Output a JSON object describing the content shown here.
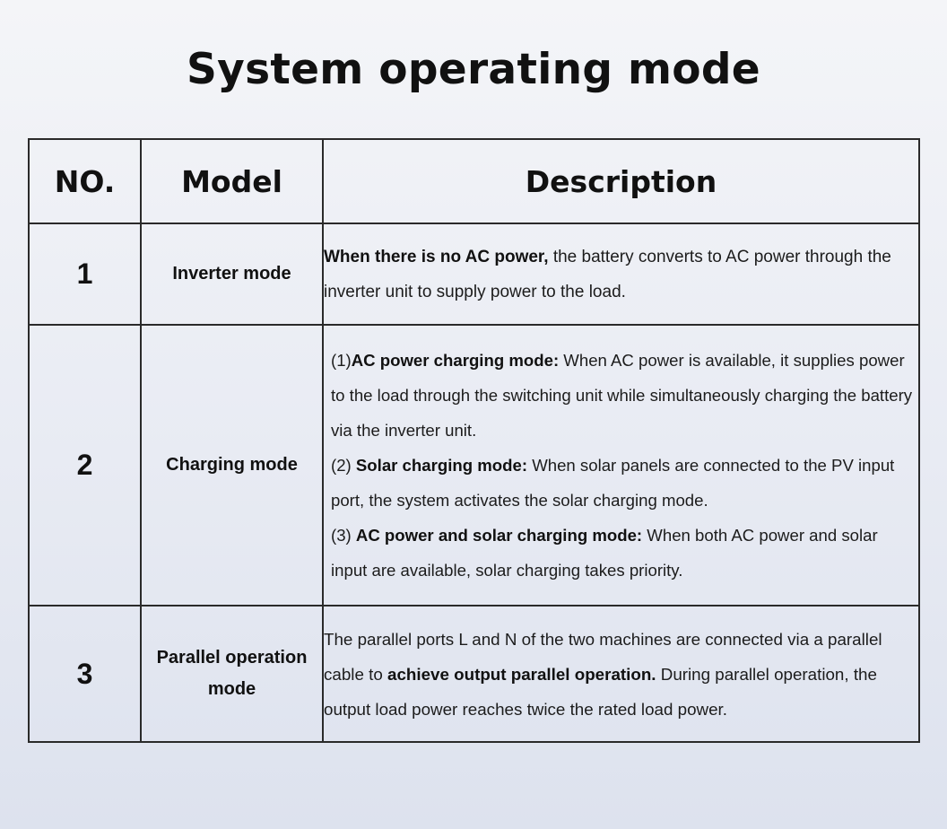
{
  "title": "System operating mode",
  "table": {
    "headers": {
      "no": "NO.",
      "model": "Model",
      "description": "Description"
    },
    "rows": [
      {
        "no": "1",
        "model": "Inverter mode",
        "desc": [
          {
            "prefix": "",
            "bold": "When there is no AC power,",
            "text": " the battery converts to AC power through the inverter unit to supply power to the load."
          }
        ]
      },
      {
        "no": "2",
        "model": "Charging mode",
        "desc": [
          {
            "prefix": "(1)",
            "bold": "AC power charging mode:",
            "text": " When AC power is available, it supplies power to the load through the switching unit while simultaneously charging the battery via the inverter unit."
          },
          {
            "prefix": "(2) ",
            "bold": "Solar charging mode:",
            "text": " When solar panels are connected to the PV input port, the system activates the solar charging mode."
          },
          {
            "prefix": "(3) ",
            "bold": "AC power and solar charging mode:",
            "text": " When both AC power and solar input are available, solar charging takes priority."
          }
        ]
      },
      {
        "no": "3",
        "model": "Parallel operation mode",
        "desc": [
          {
            "prefix": "The parallel ports L and N of the two machines are connected via a parallel cable to ",
            "bold": "achieve output parallel operation.",
            "text": " During parallel operation, the output load power reaches twice the rated load power."
          }
        ]
      }
    ]
  }
}
